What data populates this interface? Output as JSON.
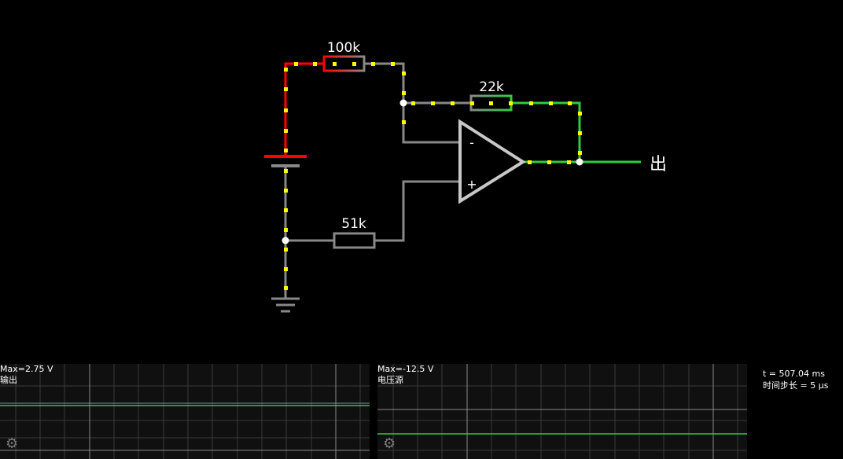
{
  "components": {
    "r1_label": "100k",
    "r2_label": "22k",
    "r3_label": "51k",
    "opamp_minus": "-",
    "opamp_plus": "+",
    "output_label": "出"
  },
  "scopes": [
    {
      "max": "Max=2.75 V",
      "name": "输出",
      "color": "#2ecc40"
    },
    {
      "max": "Max=-12.5 V",
      "name": "电压源",
      "color": "#2ecc40"
    }
  ],
  "info": {
    "time": "t = 507.04 ms",
    "timestep": "时间步长 = 5 μs"
  },
  "colors": {
    "wire": "#888888",
    "high": "#ff0000",
    "output": "#2ecc40",
    "current_dot": "#ffff00",
    "node": "#ffffff",
    "background": "#000000"
  }
}
